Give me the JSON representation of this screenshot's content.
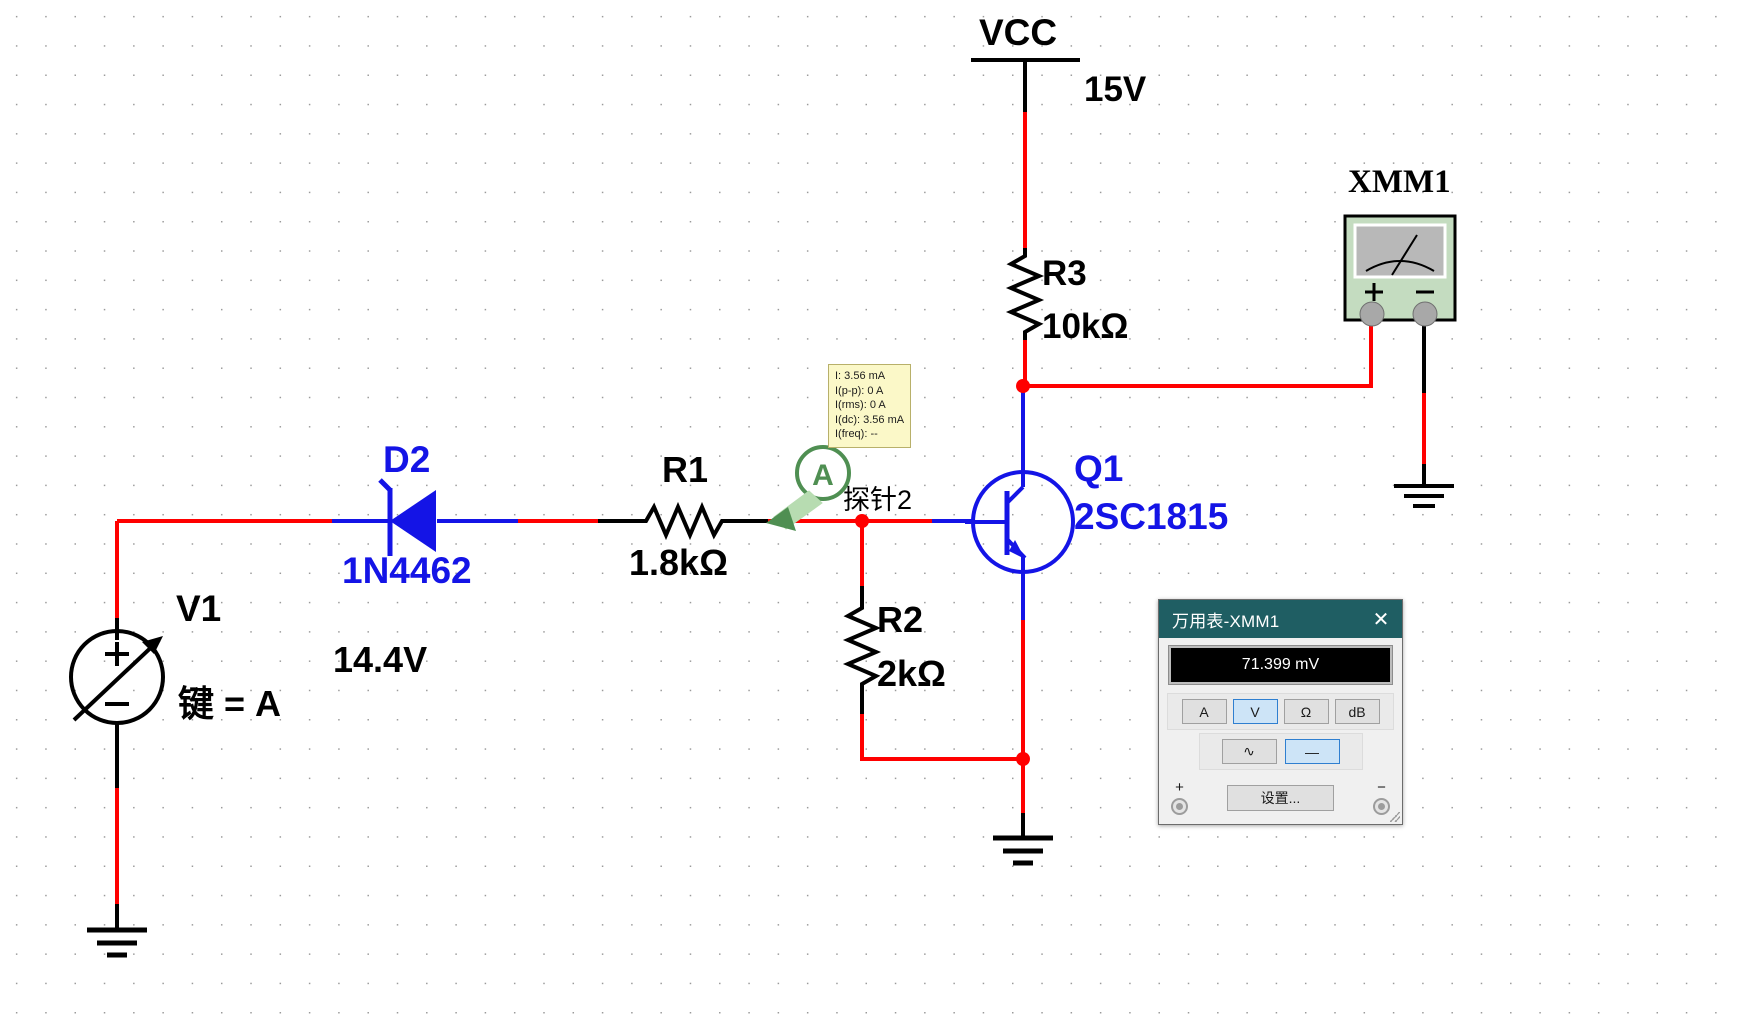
{
  "schematic": {
    "power_rail": {
      "name": "VCC",
      "voltage": "15V"
    },
    "components": [
      {
        "ref": "D2",
        "value": "1N4462",
        "type": "diode"
      },
      {
        "ref": "R1",
        "value": "1.8kΩ",
        "type": "resistor"
      },
      {
        "ref": "R2",
        "value": "2kΩ",
        "type": "resistor"
      },
      {
        "ref": "R3",
        "value": "10kΩ",
        "type": "resistor"
      },
      {
        "ref": "Q1",
        "value": "2SC1815",
        "type": "npn-transistor"
      },
      {
        "ref": "V1",
        "value": "14.4V",
        "key": "键 = A",
        "type": "variable-dc-source"
      },
      {
        "ref": "XMM1",
        "type": "multimeter-instrument"
      }
    ],
    "labels": {
      "vcc": "VCC",
      "vcc_value": "15V",
      "d2_ref": "D2",
      "d2_value": "1N4462",
      "r1_ref": "R1",
      "r1_value": "1.8kΩ",
      "r2_ref": "R2",
      "r2_value": "2kΩ",
      "r3_ref": "R3",
      "r3_value": "10kΩ",
      "q1_ref": "Q1",
      "q1_value": "2SC1815",
      "v1_ref": "V1",
      "v1_value": "14.4V",
      "v1_key": "键 = A",
      "xmm1_ref": "XMM1",
      "probe_name": "探针2"
    },
    "colors": {
      "wire_red": "#ff0000",
      "wire_blue": "#1414e6",
      "wire_black": "#000000",
      "probe_green": "#4f8f52",
      "instrument_body": "#c4dcc0",
      "titlebar": "#1f5e63"
    }
  },
  "probe": {
    "name": "探针2",
    "letter": "A",
    "readings": [
      "I: 3.56 mA",
      "I(p-p): 0 A",
      "I(rms): 0 A",
      "I(dc): 3.56 mA",
      "I(freq): --"
    ]
  },
  "multimeter": {
    "title": "万用表-XMM1",
    "close_label": "✕",
    "display_value": "71.399 mV",
    "mode_buttons": [
      {
        "label": "A",
        "active": false
      },
      {
        "label": "V",
        "active": true
      },
      {
        "label": "Ω",
        "active": false
      },
      {
        "label": "dB",
        "active": false
      }
    ],
    "signal_buttons": [
      {
        "label": "∿",
        "active": false
      },
      {
        "label": "—",
        "active": true
      }
    ],
    "settings_label": "设置...",
    "terminal_plus": "+",
    "terminal_minus": "−"
  }
}
